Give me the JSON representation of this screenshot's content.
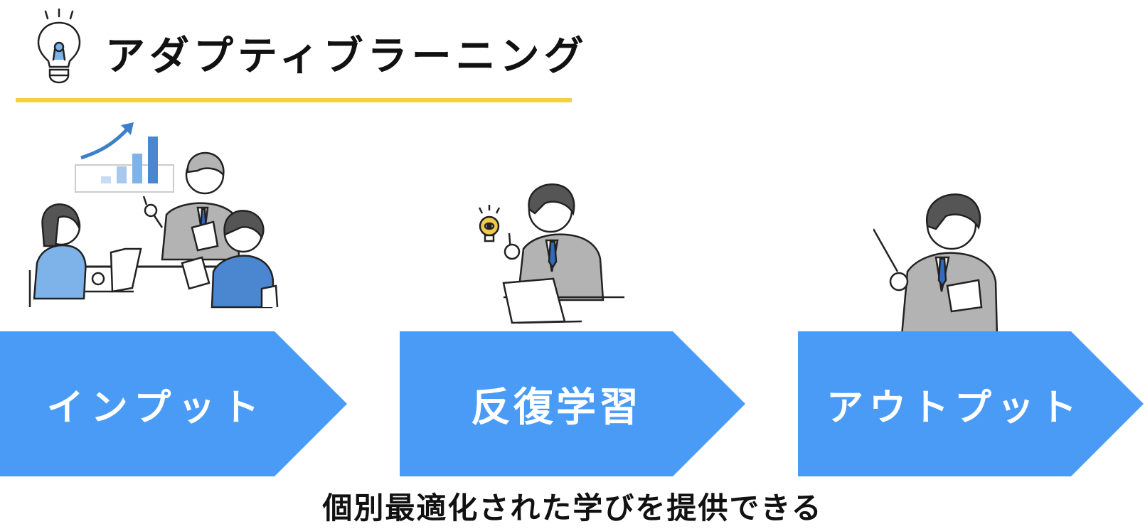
{
  "title": "アダプティブラーニング",
  "steps": [
    {
      "label": "インプット"
    },
    {
      "label": "反復学習"
    },
    {
      "label": "アウトプット"
    }
  ],
  "caption": "個別最適化された学びを提供できる",
  "icons": [
    "lightbulb-icon",
    "growth-chart-icon",
    "idea-bulb-icon"
  ],
  "colors": {
    "arrow": "#4A9BF5",
    "underline": "#F5CE42",
    "text": "#111111",
    "suit_gray": "#B3B3B3",
    "shirt_blue": "#5B8FD1",
    "light_blue": "#7DB3E8",
    "tie": "#2E6CC0",
    "bulb_yellow": "#F2C94C"
  }
}
